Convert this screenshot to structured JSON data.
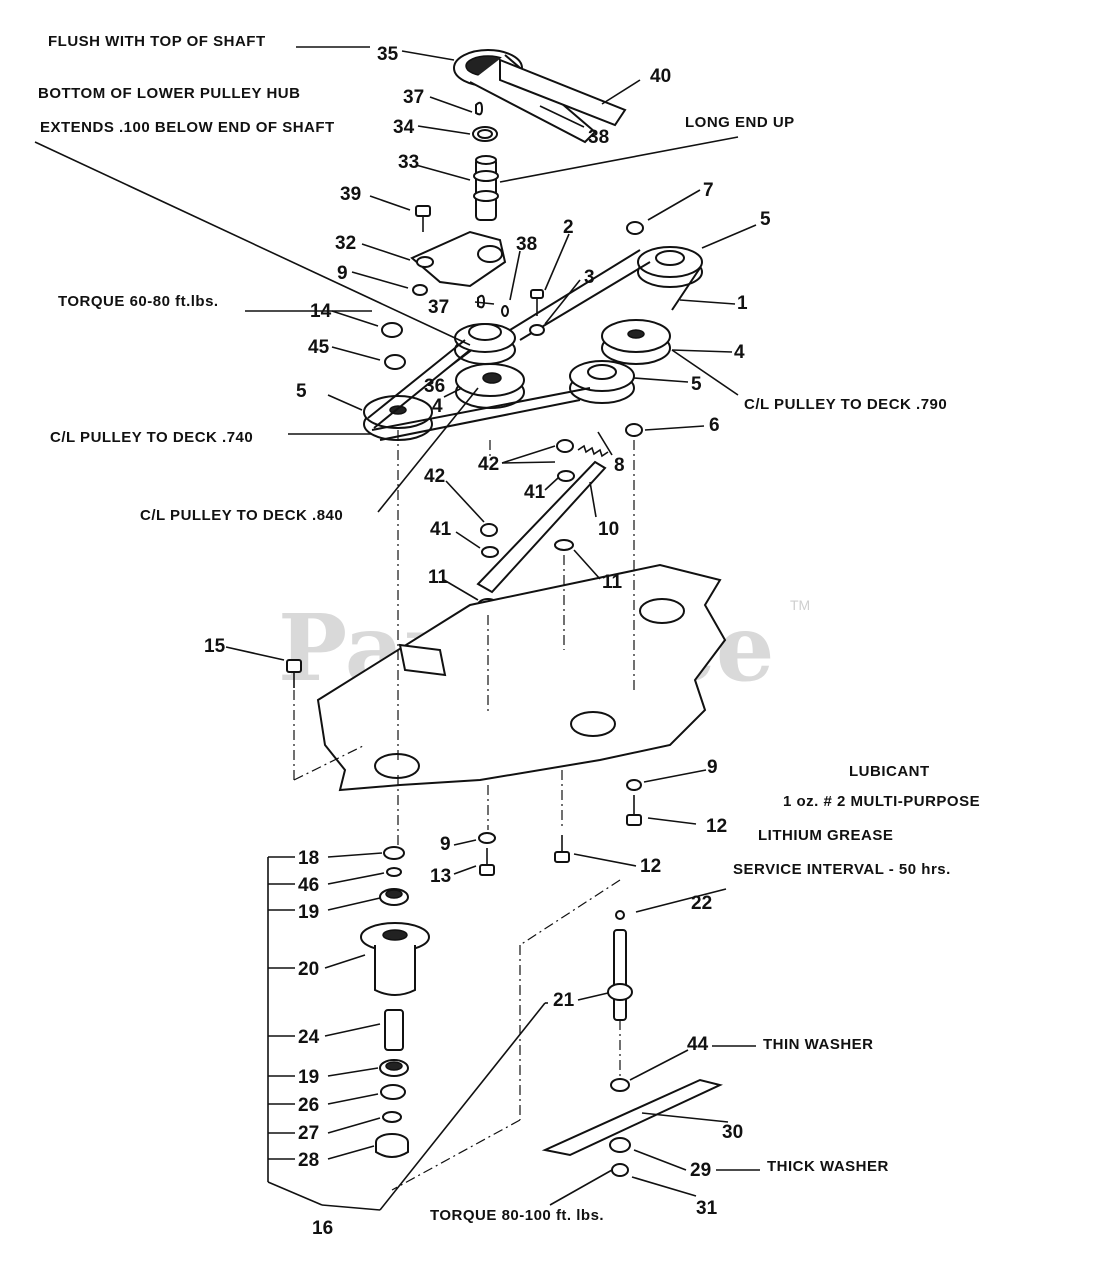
{
  "watermark": {
    "text": "PartsTree",
    "tm": "TM"
  },
  "notes": {
    "flush": "FLUSH WITH TOP OF SHAFT",
    "bottom_hub_1": "BOTTOM OF LOWER PULLEY HUB",
    "bottom_hub_2": "EXTENDS .100 BELOW END OF SHAFT",
    "long_end": "LONG END UP",
    "torque_60": "TORQUE 60-80 ft.lbs.",
    "cl_790": "C/L PULLEY TO DECK .790",
    "cl_740": "C/L PULLEY TO DECK .740",
    "cl_840": "C/L PULLEY TO DECK .840",
    "lubricant": "LUBICANT",
    "lub_1": "1 oz. # 2 MULTI-PURPOSE",
    "lub_2": "LITHIUM GREASE",
    "service": "SERVICE INTERVAL - 50 hrs.",
    "thin_washer": "THIN WASHER",
    "thick_washer": "THICK WASHER",
    "torque_80": "TORQUE 80-100 ft. lbs."
  },
  "callouts": {
    "c35": "35",
    "c40": "40",
    "c37a": "37",
    "c34": "34",
    "c38a": "38",
    "c33": "33",
    "c39": "39",
    "c32": "32",
    "c9a": "9",
    "c38b": "38",
    "c37b": "37",
    "c2": "2",
    "c7": "7",
    "c5a": "5",
    "c3": "3",
    "c1": "1",
    "c14": "14",
    "c45": "45",
    "c4a": "4",
    "c36": "36",
    "c4b": "4",
    "c5b": "5",
    "c5c": "5",
    "c6": "6",
    "c42a": "42",
    "c8": "8",
    "c41a": "41",
    "c10": "10",
    "c42b": "42",
    "c41b": "41",
    "c11a": "11",
    "c11b": "11",
    "c15": "15",
    "c9b": "9",
    "c12a": "12",
    "c9c": "9",
    "c13": "13",
    "c12b": "12",
    "c18": "18",
    "c46": "46",
    "c19a": "19",
    "c22": "22",
    "c20": "20",
    "c21": "21",
    "c24": "24",
    "c44": "44",
    "c19b": "19",
    "c26": "26",
    "c30": "30",
    "c27": "27",
    "c28": "28",
    "c29": "29",
    "c31": "31",
    "c16": "16"
  }
}
